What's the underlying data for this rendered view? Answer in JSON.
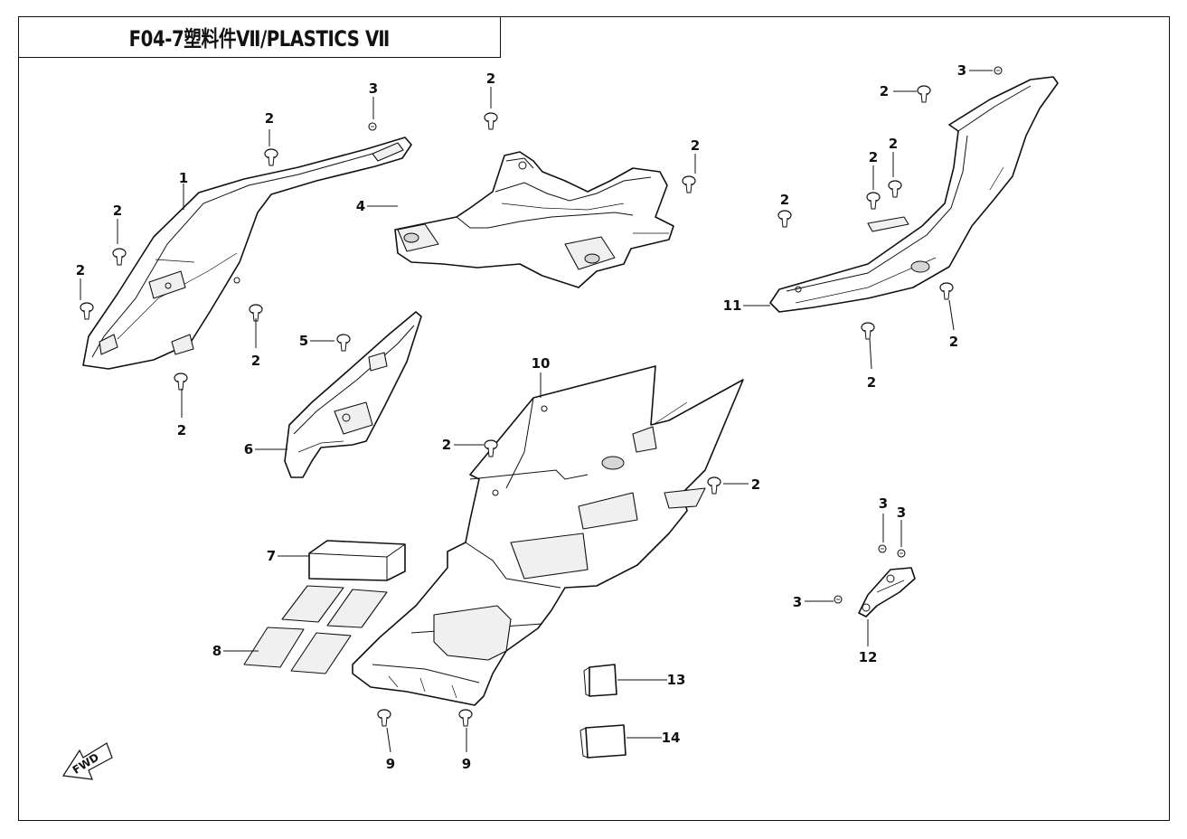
{
  "title": "F04-7塑料件Ⅶ/PLASTICS Ⅶ",
  "direction_marker": "FWD",
  "callouts": {
    "c1": "1",
    "c2a": "2",
    "c2b": "2",
    "c2c": "2",
    "c2d": "2",
    "c2e": "2",
    "c2f": "2",
    "c2g": "2",
    "c2h": "2",
    "c2i": "2",
    "c2j": "2",
    "c2k": "2",
    "c2l": "2",
    "c2m": "2",
    "c2n": "2",
    "c2o": "2",
    "c3a": "3",
    "c3b": "3",
    "c3c": "3",
    "c3d": "3",
    "c3e": "3",
    "c4": "4",
    "c5": "5",
    "c6": "6",
    "c7": "7",
    "c8": "8",
    "c9a": "9",
    "c9b": "9",
    "c10": "10",
    "c11": "11",
    "c12": "12",
    "c13": "13",
    "c14": "14"
  }
}
